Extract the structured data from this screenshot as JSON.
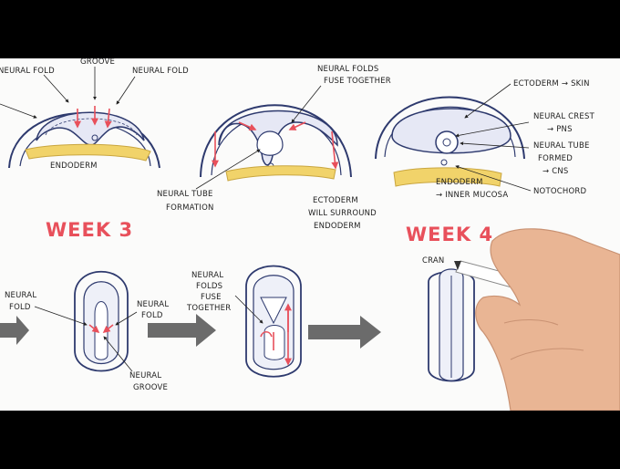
{
  "labels": {
    "neural_fold_tl": "NEURAL FOLD",
    "groove_top": "GROOVE",
    "neural_fold_tr": "NEURAL FOLD",
    "endoderm_left": "ENDODERM",
    "folds_fuse": [
      "NEURAL FOLDS",
      "FUSE TOGETHER"
    ],
    "neural_tube_formation": [
      "NEURAL TUBE",
      "FORMATION"
    ],
    "ectoderm_surround": [
      "ECTODERM",
      "WILL SURROUND",
      "ENDODERM"
    ],
    "ectoderm_skin": "ECTODERM → SKIN",
    "neural_crest": [
      "NEURAL CREST",
      "→ PNS"
    ],
    "neural_tube_formed": [
      "NEURAL TUBE",
      "FORMED",
      "→ CNS"
    ],
    "endoderm_inner": [
      "ENDODERM",
      "→ INNER MUCOSA"
    ],
    "notochord": "NOTOCHORD",
    "week3": "WEEK 3",
    "week4": "WEEK 4",
    "neural_fold_bl": [
      "NEURAL",
      "FOLD"
    ],
    "neural_fold_bm": [
      "NEURAL",
      "FOLD"
    ],
    "neural_groove_b": [
      "NEURAL",
      "GROOVE"
    ],
    "folds_fuse_b": [
      "NEURAL",
      "FOLDS",
      "FUSE",
      "TOGETHER"
    ],
    "cran": "CRAN"
  },
  "colors": {
    "accent": "#e8505b",
    "outline": "#2e3a6e",
    "endoderm": "#f1d36a",
    "arrow": "#6b6b6b",
    "skin": "#e9b594"
  }
}
